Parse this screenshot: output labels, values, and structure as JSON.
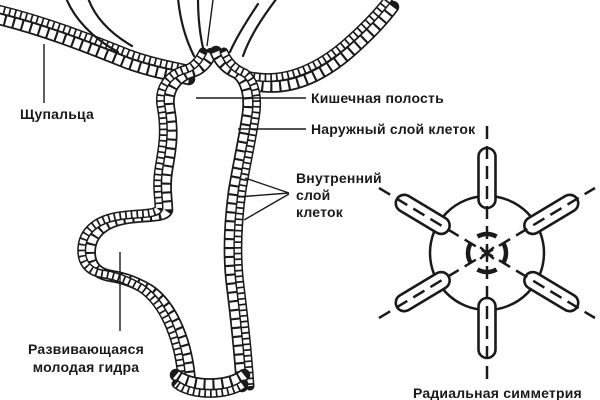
{
  "figure": {
    "background": "#ffffff",
    "ink": "#1a1a1a",
    "subject": "hydra-anatomy-cross-section",
    "labels": {
      "tentacles": "Щупальца",
      "gut_cavity": "Кишечная полость",
      "outer_cell_layer": "Наружный слой клеток",
      "inner_cell_layer": {
        "line1": "Внутренний",
        "line2": "слой",
        "line3": "клеток"
      },
      "budding_hydra": {
        "line1": "Развивающаяся",
        "line2": "молодая гидра"
      },
      "radial_symmetry": "Радиальная симметрия"
    }
  }
}
